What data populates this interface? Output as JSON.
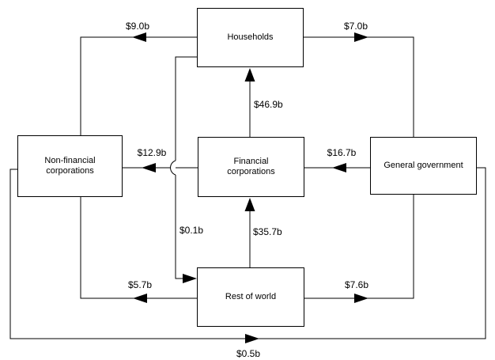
{
  "diagram": {
    "background": "#ffffff",
    "line_color": "#000000",
    "text_color": "#000000",
    "nodes": {
      "households": {
        "label": "Households"
      },
      "nonfinancial": {
        "label": "Non-financial corporations"
      },
      "financial": {
        "label": "Financial corporations"
      },
      "government": {
        "label": "General government"
      },
      "restofworld": {
        "label": "Rest of world"
      }
    },
    "flows": {
      "households_to_nonfinancial": {
        "amount": "$9.0b",
        "from": "Households",
        "to": "Non-financial corporations"
      },
      "households_to_government": {
        "amount": "$7.0b",
        "from": "Households",
        "to": "General government"
      },
      "financial_to_households": {
        "amount": "$46.9b",
        "from": "Financial corporations",
        "to": "Households"
      },
      "financial_to_nonfinancial": {
        "amount": "$12.9b",
        "from": "Financial corporations",
        "to": "Non-financial corporations"
      },
      "government_to_financial": {
        "amount": "$16.7b",
        "from": "General government",
        "to": "Financial corporations"
      },
      "households_to_restofworld": {
        "amount": "$0.1b",
        "from": "Households",
        "to": "Rest of world"
      },
      "restofworld_to_financial": {
        "amount": "$35.7b",
        "from": "Rest of world",
        "to": "Financial corporations"
      },
      "restofworld_to_nonfinancial": {
        "amount": "$5.7b",
        "from": "Rest of world",
        "to": "Non-financial corporations"
      },
      "restofworld_to_government": {
        "amount": "$7.6b",
        "from": "Rest of world",
        "to": "General government"
      },
      "nonfinancial_to_government": {
        "amount": "$0.5b",
        "from": "Non-financial corporations",
        "to": "General government"
      }
    }
  }
}
